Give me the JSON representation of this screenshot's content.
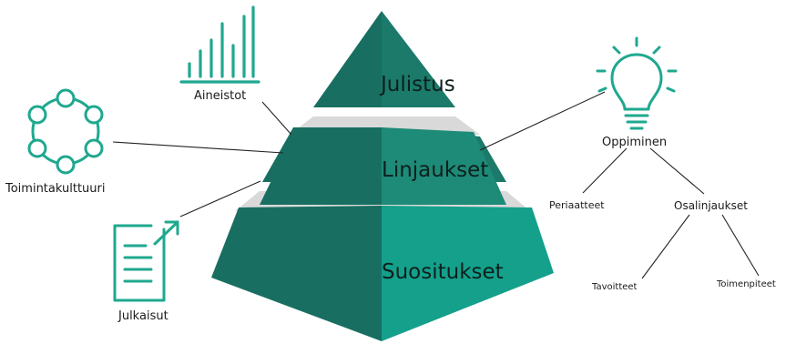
{
  "colors": {
    "pyramid_dark": "#186f61",
    "pyramid_light": "#1e8a78",
    "pyramid_base_light": "#14a08b",
    "gap": "#d9d9d9",
    "icon": "#1fa88f",
    "line": "#222222"
  },
  "pyramid": {
    "levels": [
      {
        "label": "Julistus"
      },
      {
        "label": "Linjaukset"
      },
      {
        "label": "Suositukset"
      }
    ]
  },
  "icons": {
    "aineistot": {
      "icon": "bar-chart-icon",
      "label": "Aineistot"
    },
    "toimintakulttuuri": {
      "icon": "network-circle-icon",
      "label": "Toimintakulttuuri"
    },
    "julkaisut": {
      "icon": "document-export-icon",
      "label": "Julkaisut"
    },
    "oppiminen": {
      "icon": "lightbulb-icon",
      "label": "Oppiminen"
    }
  },
  "tree": {
    "periaatteet": "Periaatteet",
    "osalinjaukset": "Osalinjaukset",
    "tavoitteet": "Tavoitteet",
    "toimenpiteet": "Toimenpiteet"
  }
}
